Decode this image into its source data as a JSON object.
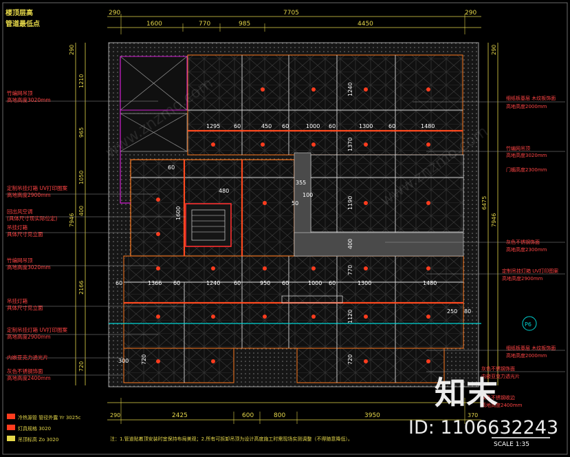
{
  "title_lines": [
    "楼顶层高",
    "管道最低点"
  ],
  "dimensions": {
    "top_overall": "7705",
    "top_left_margin": "290",
    "top_right_margin": "290",
    "top_segments": [
      "1600",
      "770",
      "985",
      "4450"
    ],
    "right_total": "7946",
    "right_inner": "6475",
    "right_top": "290",
    "left_total": "7946",
    "left_segments": [
      "290",
      "1210",
      "965",
      "1050",
      "400",
      "2166",
      "720"
    ],
    "bottom_segments": [
      "2425",
      "600",
      "800",
      "3950"
    ],
    "bottom_left_margin": "290",
    "bottom_right_margin": "370",
    "row1_spans": [
      "1295",
      "60",
      "450",
      "60",
      "1000",
      "60",
      "1300",
      "60",
      "1480"
    ],
    "row2_spans": [
      "1366",
      "60",
      "1240",
      "60",
      "950",
      "60",
      "1000",
      "60",
      "1300",
      "1480"
    ],
    "vert_labels": [
      "1240",
      "1370",
      "1190",
      "400",
      "770",
      "1120",
      "720",
      "720"
    ],
    "misc_labels": [
      "355",
      "250",
      "80",
      "300",
      "1600",
      "100",
      "50",
      "480",
      "60",
      "60"
    ]
  },
  "left_notes": [
    {
      "l1": "竹编网吊顶",
      "l2": "高地高度3020mm"
    },
    {
      "l1": "定制吊挂灯箱 UV打印图案",
      "l2": "高地高度2900mm"
    },
    {
      "l1": "回出风空调",
      "l2": "(具体尺寸现实际位定)"
    },
    {
      "l1": "吊挂灯箱",
      "l2": "具体尺寸见立面"
    },
    {
      "l1": "竹编网吊顶",
      "l2": "高地高度3020mm"
    },
    {
      "l1": "吊挂灯箱",
      "l2": "具体尺寸见立面"
    },
    {
      "l1": "定制吊挂灯箱 UV打印图案",
      "l2": "高地高度2900mm"
    },
    {
      "l1": "内嵌亚克力透光片",
      "l2": ""
    },
    {
      "l1": "灰色不锈钢饰面",
      "l2": "高地高度2400mm"
    }
  ],
  "right_notes": [
    {
      "l1": "细纸板基层 木纹板饰面",
      "l2": "高地高度2000mm"
    },
    {
      "l1": "竹编网吊顶",
      "l2": "高地高度3020mm"
    },
    {
      "l1": "门楣高度2300mm",
      "l2": ""
    },
    {
      "l1": "灰色不锈钢饰面",
      "l2": "高地高度2300mm"
    },
    {
      "l1": "定制吊挂灯箱 UV打印图案",
      "l2": "高地高度2900mm"
    },
    {
      "l1": "细纸板基层 木纹板饰面",
      "l2": "高地高度2000mm"
    },
    {
      "l1": "灰色不锈钢饰面",
      "l2": "内嵌亚克力透光片"
    },
    {
      "l1": "灰色不锈钢收边",
      "l2": "高地高度2400mm"
    }
  ],
  "legend": [
    {
      "text": "冷热源管  管径外露  Yr 3025c"
    },
    {
      "text": "灯具规格  3020"
    },
    {
      "text": "吊顶标高  Zo 3020"
    }
  ],
  "note": "注：1.管道贴着顶安装时宜保持布局美观；2.所有可拆卸吊顶为设计高度施工时需现场实测调整（不得随意降低）。",
  "scale": "SCALE 1:35",
  "section_symbol": "P6",
  "watermark": {
    "brand": "知末",
    "id": "ID: 1106632243",
    "site": "www.znzmo.com"
  },
  "colors": {
    "dim": "#e6d84a",
    "wall": "#ff7a1f",
    "grid": "#d8d8d8",
    "note": "#ff4444",
    "frame": "#7a7a7a",
    "magenta": "#d21fd2",
    "cyan": "#00d6d6",
    "panel_fill": "#1d1d1d"
  }
}
